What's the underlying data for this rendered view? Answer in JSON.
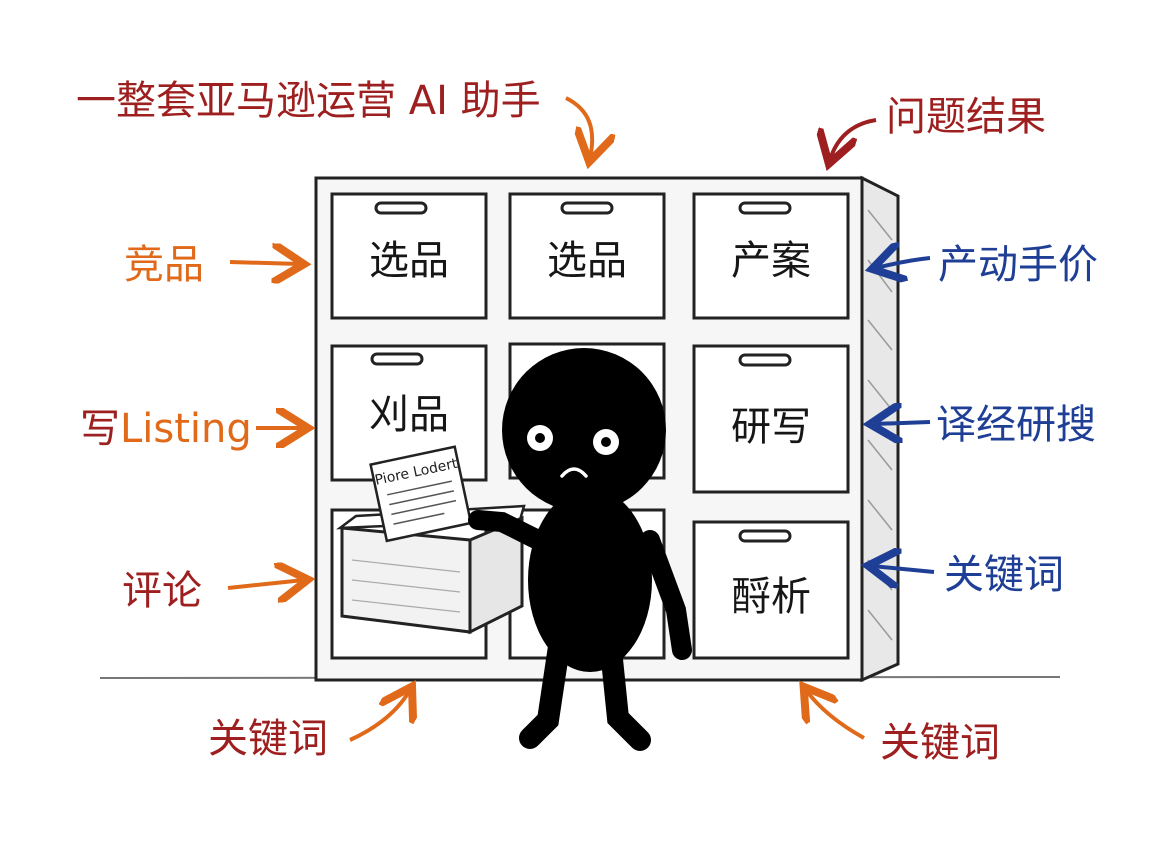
{
  "colors": {
    "red": "#9e1f1f",
    "orange": "#e06a1a",
    "blue": "#1f3f96",
    "ink": "#161616"
  },
  "labels": {
    "top_title": "一整套亚马逊运营 AI 助手",
    "top_right": "问题结果",
    "left_1": "竞品",
    "left_2_prefix": "写",
    "left_2_suffix": "Listing",
    "left_3": "评论",
    "right_1": "产动手价",
    "right_2": "译经研搜",
    "right_3": "关键词",
    "bottom_left": "关键词",
    "bottom_right": "关键词"
  },
  "drawers": {
    "row1_col1": "选品",
    "row1_col2": "选品",
    "row1_col3": "产案",
    "row2_col1": "刈品",
    "row2_col3": "研写",
    "row3_col3": "酹析"
  },
  "paper_title": "Piore Lodert",
  "icons": {
    "character": "confused-character-icon",
    "paper": "document-icon",
    "drawer_handle": "handle-icon"
  }
}
